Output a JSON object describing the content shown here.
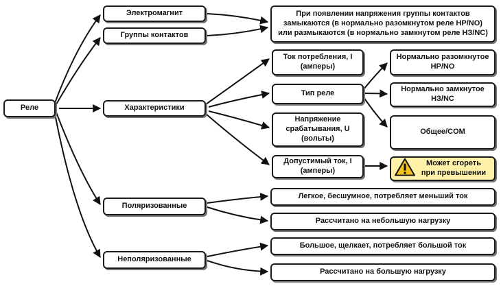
{
  "nodes": {
    "root": "Реле",
    "electromagnet": "Электромагнит",
    "contact_groups": "Группы контактов",
    "contacts_desc": "При появлении напряжения группы контактов\nзамыкаются (в нормально разомкнутом реле НР/NO)\nили размыкаются (в нормально замкнутом реле НЗ/NC)",
    "characteristics": "Характеристики",
    "current": "Ток потребления,  I\n(амперы)",
    "relay_type": "Тип реле",
    "voltage": "Напряжение\nсрабатывания, U\n(вольты)",
    "allowed_current": "Допустимый ток, I\n(амперы)",
    "normally_open": "Нормально разомкнутое\nНР/NO",
    "normally_closed": "Нормально замкнутое\nНЗ/NC",
    "common": "Общее/COM",
    "may_burn": "Может сгореть\nпри превышении",
    "polarized": "Поляризованные",
    "polarized_desc1": "Легкое, бесшумное, потребляет меньший ток",
    "polarized_desc2": "Рассчитано на небольшую нагрузку",
    "nonpolarized": "Неполяризованные",
    "nonpolarized_desc1": "Большое, щелкает, потребляет большой ток",
    "nonpolarized_desc2": "Рассчитано на большую нагрузку"
  },
  "icons": {
    "warning": "warning-icon"
  },
  "colors": {
    "warning_fill": "#fff2a8",
    "warning_sign": "#f2c318"
  }
}
